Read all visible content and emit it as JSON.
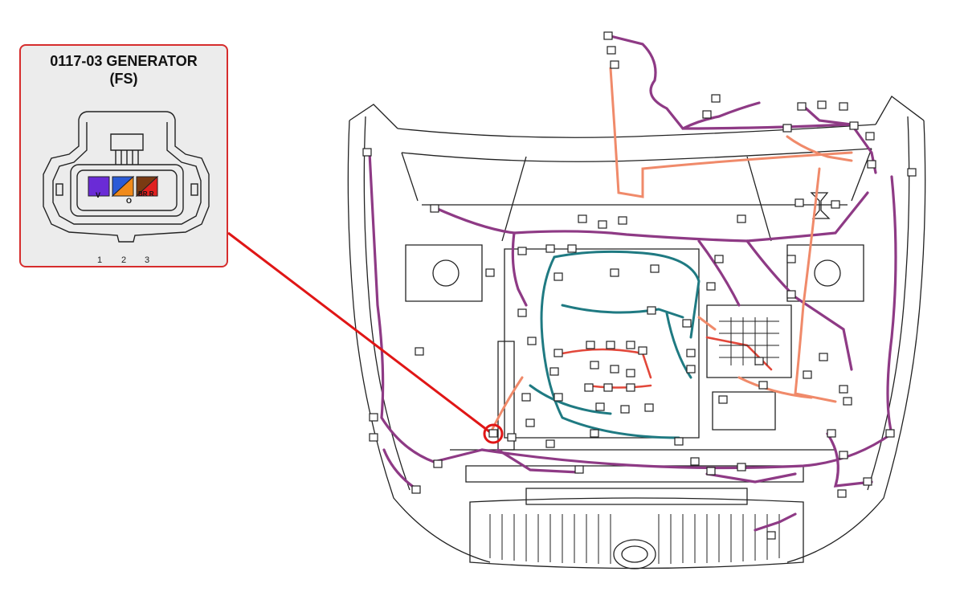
{
  "callout": {
    "title_line1": "0117-03 GENERATOR",
    "title_line2": "(FS)",
    "pins": [
      {
        "number": "1",
        "wire": "V",
        "colors": [
          "#6a2bd6"
        ]
      },
      {
        "number": "2",
        "wire": "O",
        "colors": [
          "#2b5bd6",
          "#f08a1a"
        ]
      },
      {
        "number": "3",
        "wire": "BR R",
        "colors": [
          "#7a3a12",
          "#e02020"
        ]
      }
    ]
  },
  "colors": {
    "callout_border": "#d62d2d",
    "leader_line": "#e01616",
    "harness_purple": "#8e3a85",
    "harness_teal": "#1f7a82",
    "harness_salmon": "#f08a6a",
    "harness_red": "#e2473a"
  }
}
